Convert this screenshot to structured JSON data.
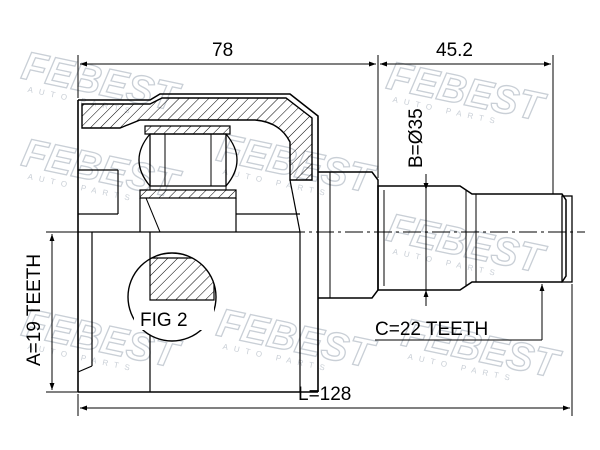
{
  "drawing": {
    "dimensions": {
      "overall_length": "L=128",
      "housing_length": "78",
      "shaft_length": "45.2",
      "seal_diameter": "B=Ø35",
      "inner_teeth": "A=19 TEETH",
      "outer_teeth": "C=22 TEETH"
    },
    "callouts": {
      "figure": "FIG 2"
    },
    "watermark": {
      "brand": "FEBEST",
      "tagline": "AUTO PARTS"
    }
  },
  "colors": {
    "line": "#000000",
    "hatch": "#000000",
    "watermark": "#c9cfd6",
    "background": "#ffffff"
  }
}
